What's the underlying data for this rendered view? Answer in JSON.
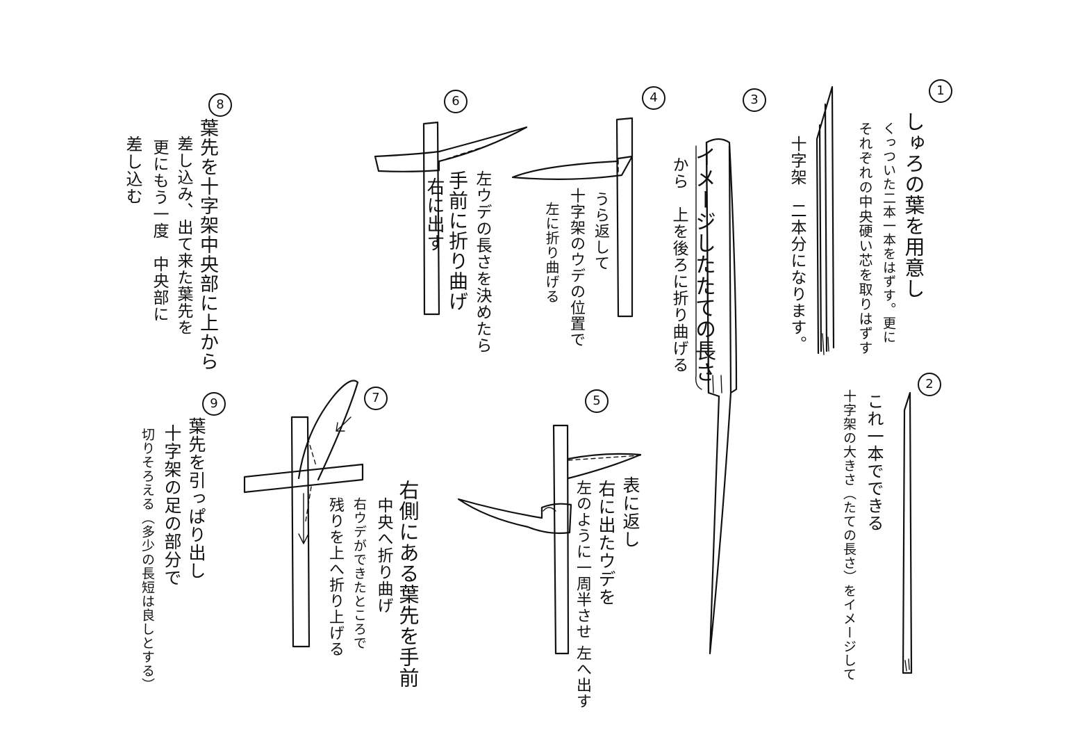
{
  "steps": [
    {
      "num": "1",
      "lines": [
        "しゅろの葉を用意し",
        "くっついた二本一本をはずす。更に",
        "それぞれの中央硬い芯を取りはずす",
        "十字架　二本分になります。"
      ]
    },
    {
      "num": "2",
      "lines": [
        "これ一本でできる",
        "十字架の大きさ（たての長さ）をイメージして"
      ]
    },
    {
      "num": "3",
      "lines": [
        "イメージしたたての長さ",
        "から　上を後ろに折り曲げる"
      ]
    },
    {
      "num": "4",
      "lines": [
        "うら返して",
        "十字架のウデの位置で",
        "左に折り曲げる"
      ]
    },
    {
      "num": "5",
      "lines": [
        "表に返し",
        "右に出たウデを",
        "左のように一周半させ 左へ出す"
      ]
    },
    {
      "num": "6",
      "lines": [
        "左ウデの長さを決めたら",
        "手前に折り曲げ",
        "右に出す"
      ]
    },
    {
      "num": "7",
      "lines": [
        "右側にある葉先を手前",
        "中央へ折り曲げ",
        "右ウデができたところで",
        "残りを上へ折り上げる"
      ]
    },
    {
      "num": "8",
      "lines": [
        "葉先を十字架中央部に上から",
        "差し込み、出て来た葉先を",
        "更にもう一度　中央部に",
        "差し込む"
      ]
    },
    {
      "num": "9",
      "lines": [
        "葉先を引っぱり出し",
        "十字架の足の部分で",
        "切りそろえる（多少の長短は良しとする）"
      ]
    }
  ]
}
